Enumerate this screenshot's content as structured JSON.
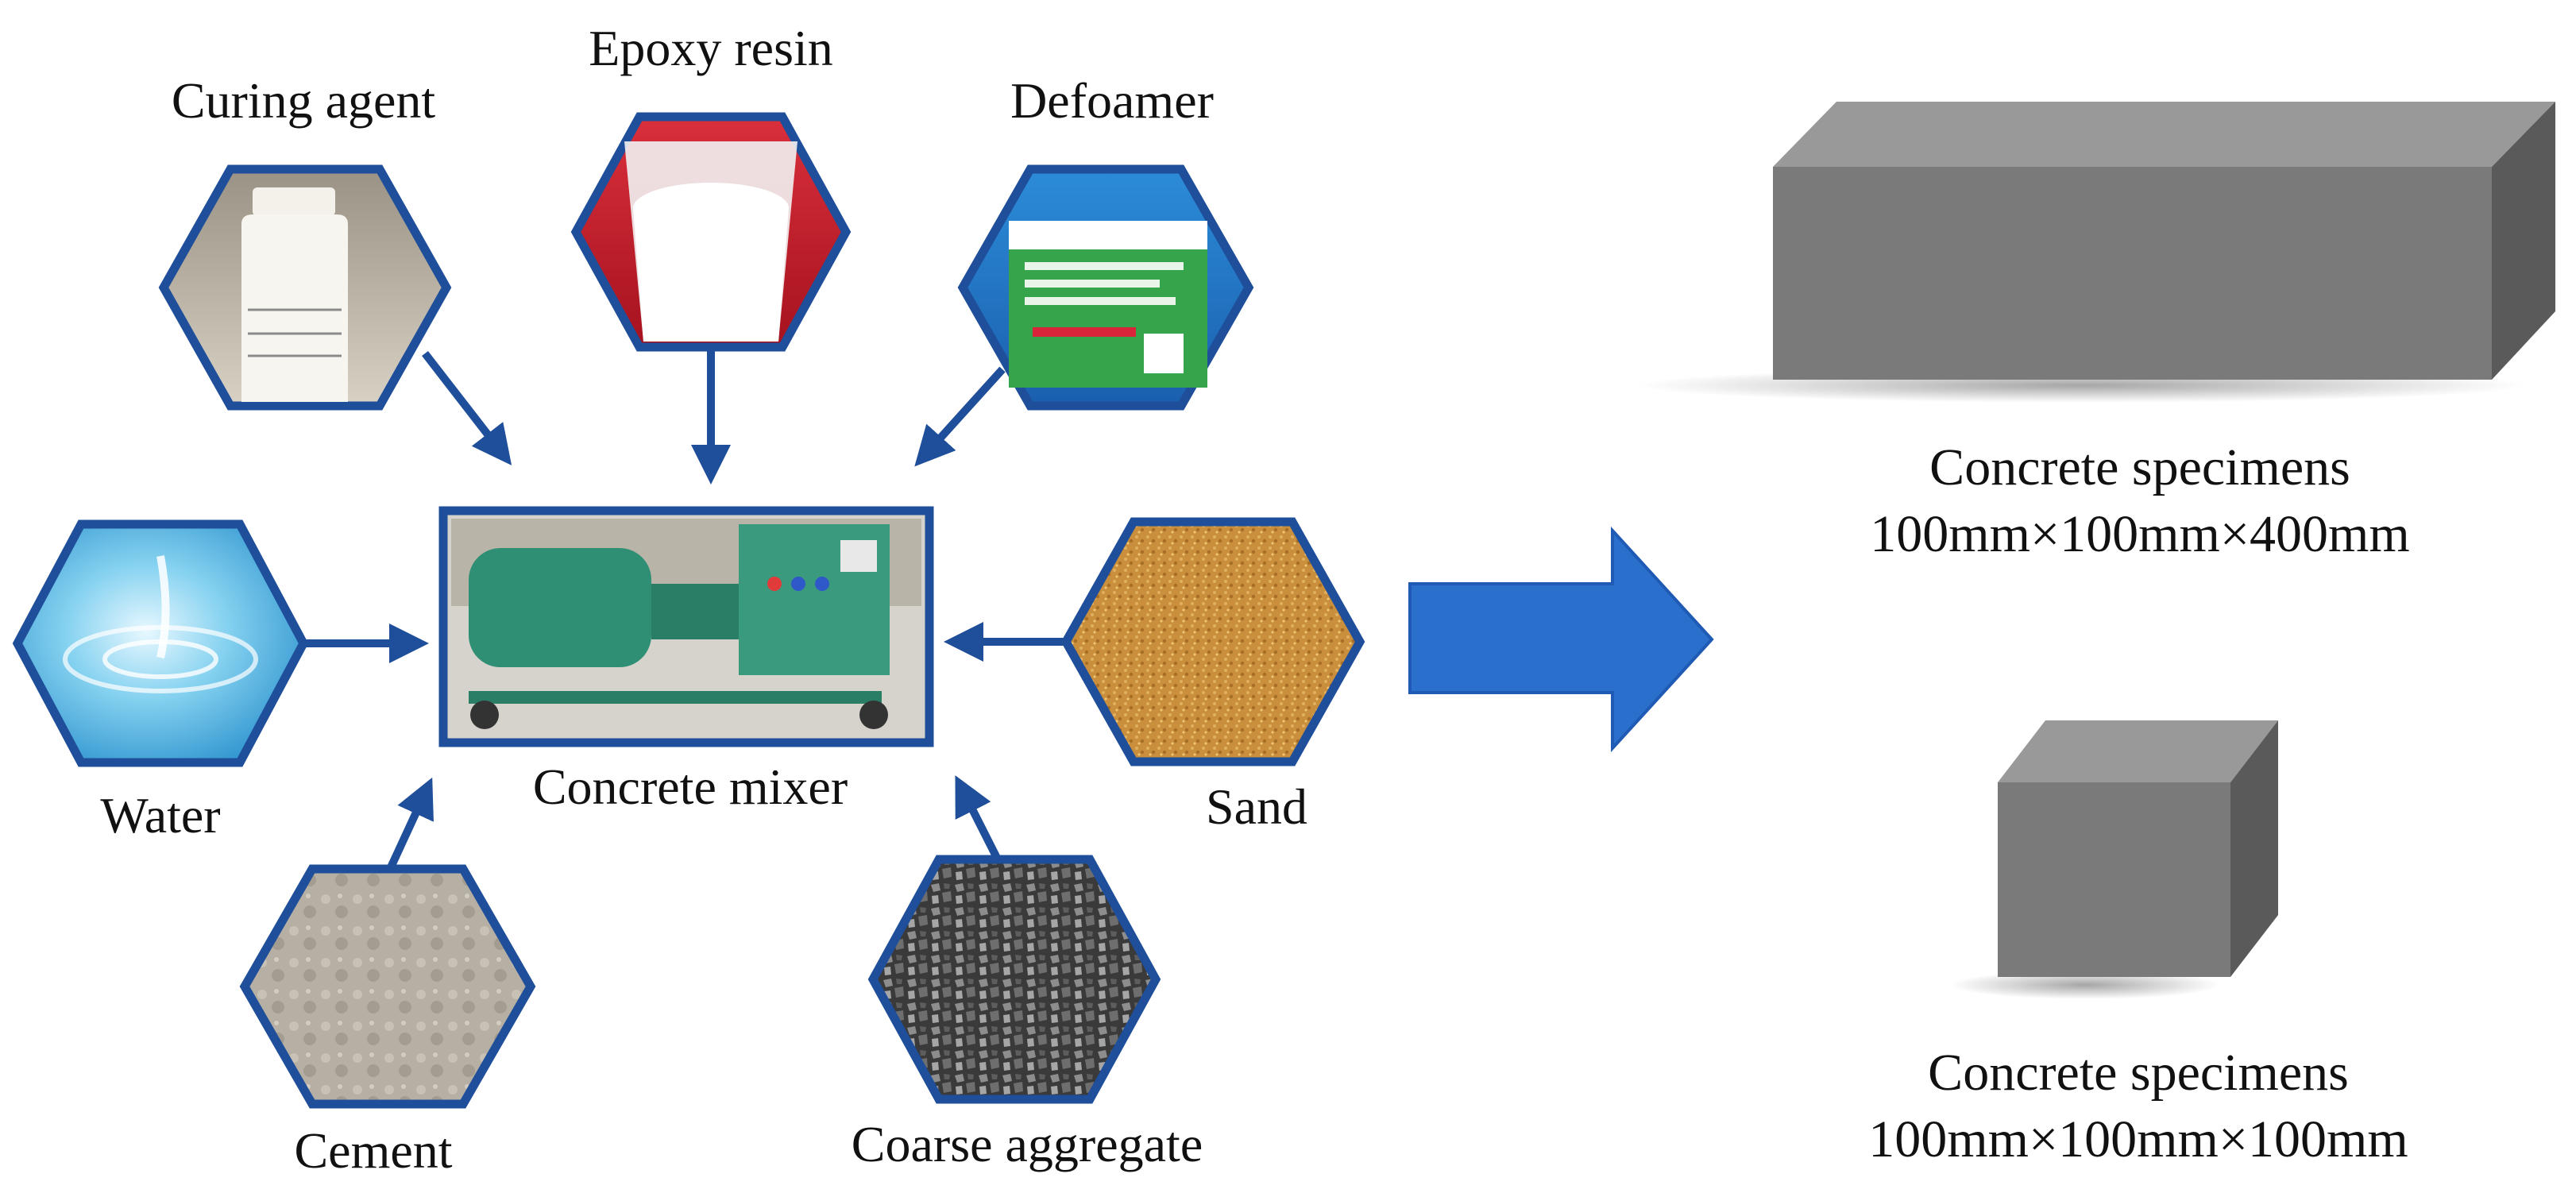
{
  "colors": {
    "accent": "#1f4e9a",
    "big_arrow": "#2b6fcd",
    "block_front": "#7a7a7a",
    "block_top": "#999999",
    "block_side": "#5a5a5a"
  },
  "ingredients": {
    "curing_agent": {
      "label": "Curing agent",
      "image": "white-bottle-photo"
    },
    "epoxy_resin": {
      "label": "Epoxy resin",
      "image": "beaker-of-white-liquid-photo"
    },
    "defoamer": {
      "label": "Defoamer",
      "image": "blue-labelled-container-photo"
    },
    "water": {
      "label": "Water",
      "image": "water-splash-photo"
    },
    "sand": {
      "label": "Sand",
      "image": "sand-photo"
    },
    "cement": {
      "label": "Cement",
      "image": "cement-powder-photo"
    },
    "coarse_aggregate": {
      "label": "Coarse aggregate",
      "image": "gravel-photo"
    }
  },
  "mixer": {
    "label": "Concrete mixer",
    "image": "concrete-mixer-photo"
  },
  "specimens": {
    "beam": {
      "label_line1": "Concrete specimens",
      "label_line2": "100mm×100mm×400mm"
    },
    "cube": {
      "label_line1": "Concrete specimens",
      "label_line2": "100mm×100mm×100mm"
    }
  }
}
